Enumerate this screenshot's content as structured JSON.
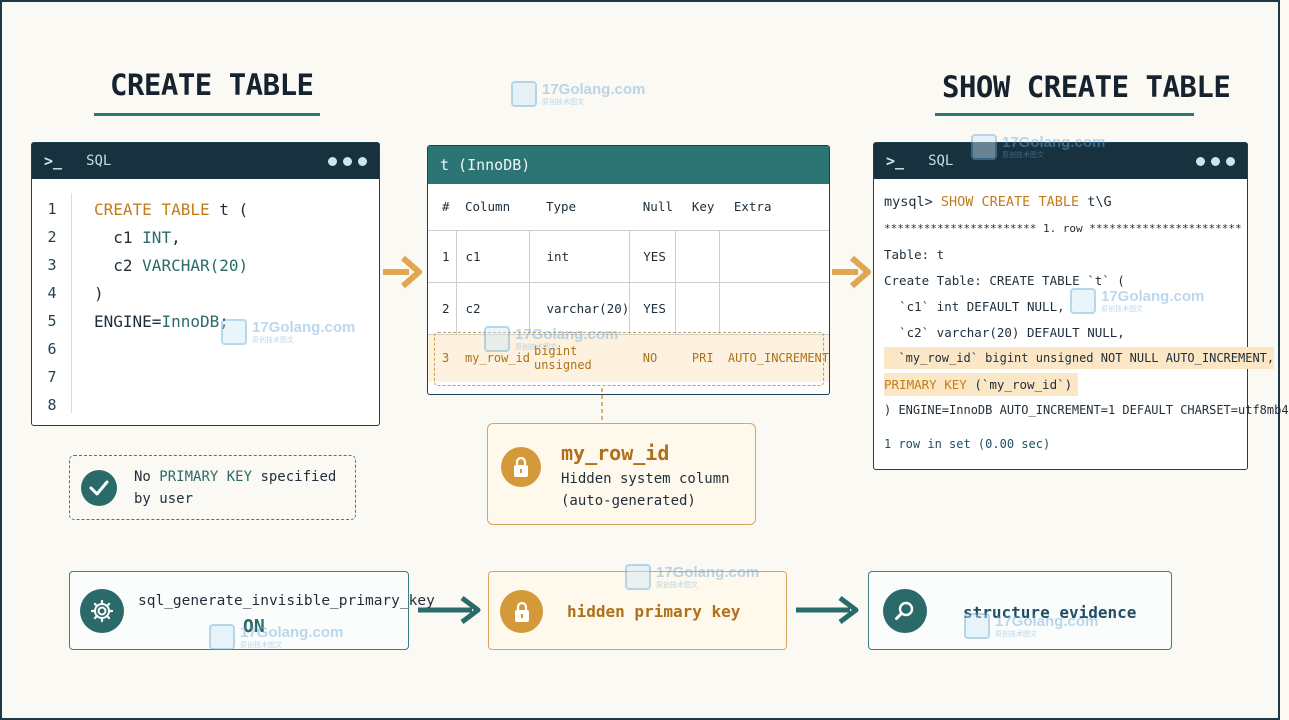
{
  "left_title": "CREATE TABLE",
  "right_title": "SHOW CREATE TABLE",
  "sql_panel": {
    "prompt": ">_",
    "title": "SQL",
    "lines": [
      {
        "n": "1",
        "a": "CREATE TABLE",
        "b": " t ("
      },
      {
        "n": "2",
        "a": "  c1 ",
        "b": "INT",
        "c": ","
      },
      {
        "n": "3",
        "a": "  c2 ",
        "b": "VARCHAR(20)"
      },
      {
        "n": "4",
        "a": ")"
      },
      {
        "n": "5",
        "a": "ENGINE=",
        "b": "InnoDB",
        "c": ";"
      },
      {
        "n": "6",
        "a": ""
      },
      {
        "n": "7",
        "a": ""
      },
      {
        "n": "8",
        "a": ""
      }
    ]
  },
  "table_panel": {
    "title": "t (InnoDB)",
    "headers": [
      "#",
      "Column",
      "Type",
      "Null",
      "Key",
      "Extra"
    ],
    "rows": [
      [
        "1",
        "c1",
        "int",
        "YES",
        "",
        ""
      ],
      [
        "2",
        "c2",
        "varchar(20)",
        "YES",
        "",
        ""
      ],
      [
        "3",
        "my_row_id",
        "bigint unsigned",
        "NO",
        "PRI",
        "AUTO_INCREMENT"
      ]
    ]
  },
  "callout": {
    "name": "my_row_id",
    "line1": "Hidden system column",
    "line2": "(auto-generated)"
  },
  "note": {
    "pre": "No ",
    "highlight": "PRIMARY KEY",
    "post": " specified",
    "line2": "by user"
  },
  "output_panel": {
    "prompt": ">_",
    "title": "SQL",
    "cmd_prefix": "mysql> ",
    "cmd": "SHOW CREATE TABLE",
    "cmd_suffix": " t\\G",
    "row_sep": "*********************** 1. row ***********************",
    "table_line": "Table: t",
    "create_line": "Create Table: CREATE TABLE `t` (",
    "c1_line": "  `c1` int DEFAULT NULL,",
    "c2_line": "  `c2` varchar(20) DEFAULT NULL,",
    "hid_line": "  `my_row_id` bigint unsigned NOT NULL AUTO_INCREMENT,",
    "pk_kw": "PRIMARY KEY",
    "pk_rest": " (`my_row_id`)",
    "engine_line": ") ENGINE=InnoDB AUTO_INCREMENT=1 DEFAULT CHARSET=utf8mb4",
    "footer": "1 row in set (0.00 sec)"
  },
  "flow": {
    "setting": "sql_generate_invisible_primary_key",
    "setting_value": "ON",
    "middle": "hidden primary key",
    "right": "structure evidence"
  },
  "watermark": {
    "text": "17Golang.com",
    "sub": "原创技术图文"
  },
  "colors": {
    "navy": "#17313f",
    "teal": "#2d7574",
    "orange": "#c17d1c",
    "cream": "#fbf9f4"
  }
}
